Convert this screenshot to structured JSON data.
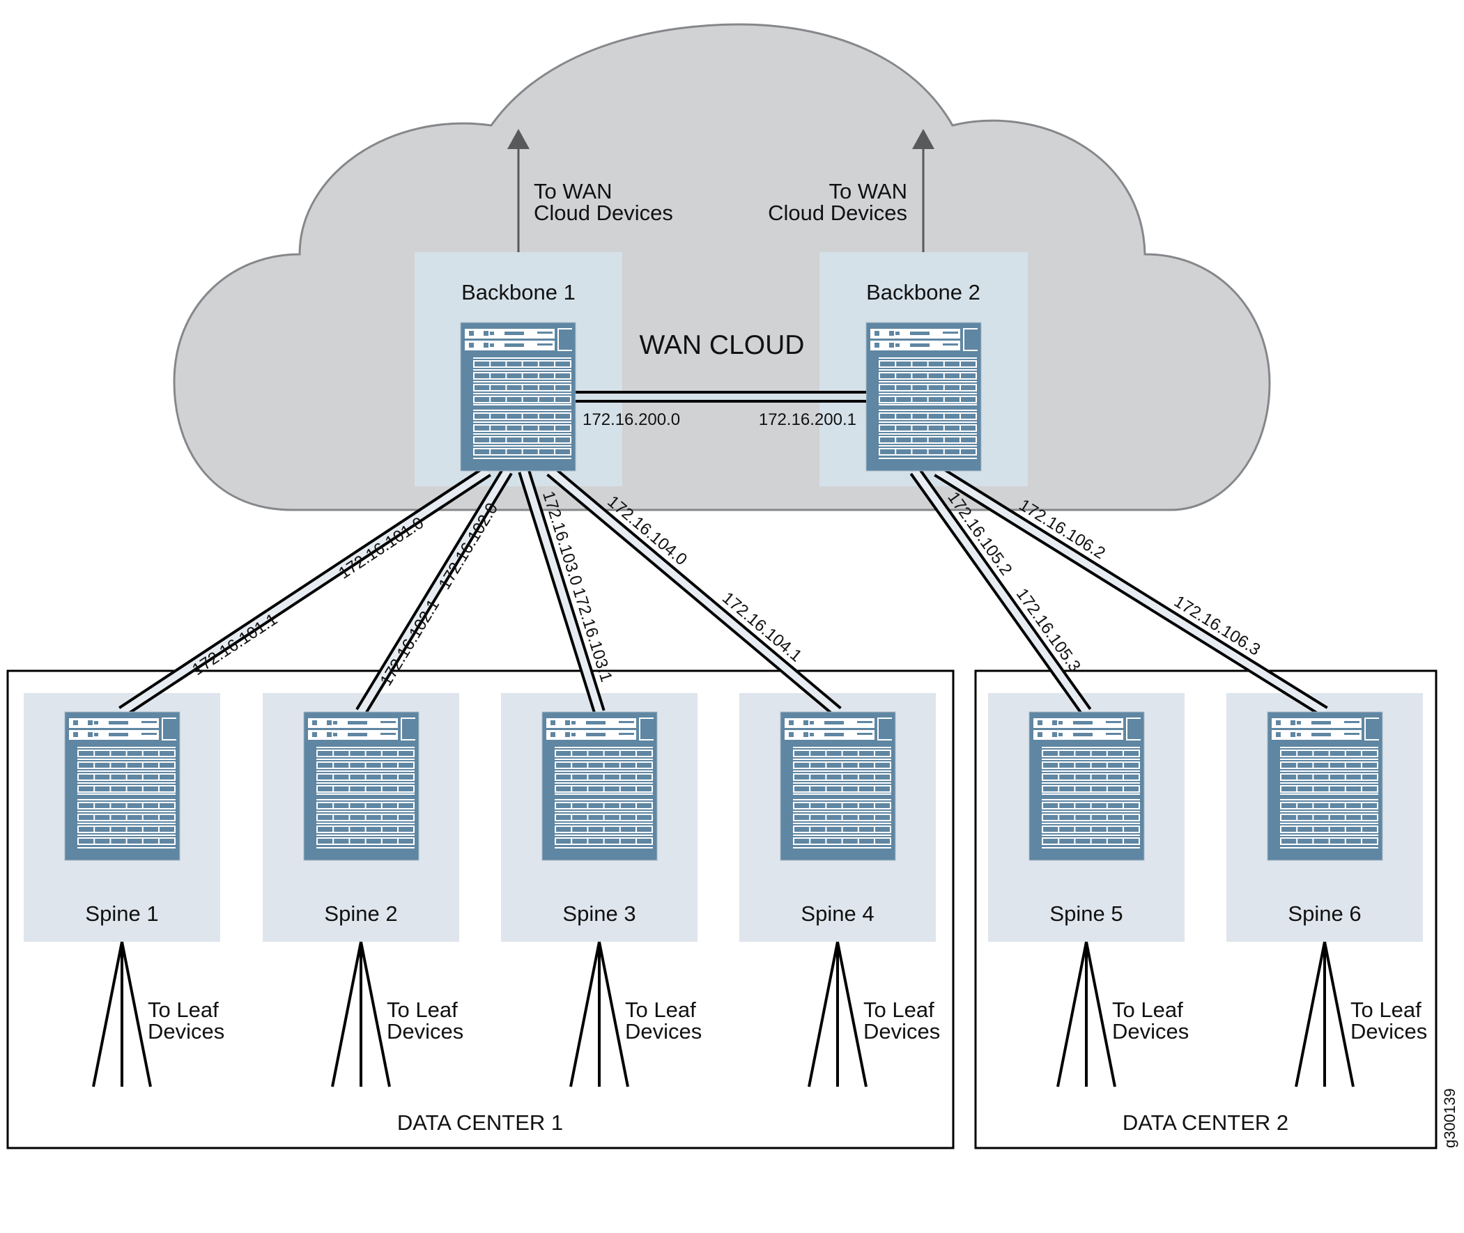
{
  "colors": {
    "cloud_fill": "#d1d2d4",
    "cloud_stroke": "#86878a",
    "backbone_panel": "#d5e1e8",
    "spine_panel": "#dfe5ec",
    "device": "#5f86a2",
    "device_detail": "#ffffff",
    "link": "#000000",
    "arrow": "#58595b",
    "frame": "#000000"
  },
  "cloud": {
    "label": "WAN CLOUD",
    "uplinks": [
      {
        "line1": "To WAN",
        "line2": "Cloud Devices"
      },
      {
        "line1": "To WAN",
        "line2": "Cloud Devices"
      }
    ]
  },
  "backbones": [
    {
      "name": "Backbone 1"
    },
    {
      "name": "Backbone 2"
    }
  ],
  "backbone_link": {
    "a_ip": "172.16.200.0",
    "b_ip": "172.16.200.1"
  },
  "data_centers": [
    {
      "name": "DATA CENTER 1",
      "spines": [
        "Spine 1",
        "Spine 2",
        "Spine 3",
        "Spine 4"
      ]
    },
    {
      "name": "DATA CENTER 2",
      "spines": [
        "Spine 5",
        "Spine 6"
      ]
    }
  ],
  "leaf_label": {
    "line1": "To Leaf",
    "line2": "Devices"
  },
  "links": [
    {
      "backbone": 0,
      "spine": 0,
      "backbone_ip": "172.16.101.0",
      "spine_ip": "172.16.101.1"
    },
    {
      "backbone": 0,
      "spine": 1,
      "backbone_ip": "172.16.102.0",
      "spine_ip": "172.16.102.1"
    },
    {
      "backbone": 0,
      "spine": 2,
      "backbone_ip": "172.16.103.0",
      "spine_ip": "172.16.103.1"
    },
    {
      "backbone": 0,
      "spine": 3,
      "backbone_ip": "172.16.104.0",
      "spine_ip": "172.16.104.1"
    },
    {
      "backbone": 1,
      "spine": 4,
      "backbone_ip": "172.16.105.2",
      "spine_ip": "172.16.105.3"
    },
    {
      "backbone": 1,
      "spine": 5,
      "backbone_ip": "172.16.106.2",
      "spine_ip": "172.16.106.3"
    }
  ],
  "figure_id": "g300139"
}
